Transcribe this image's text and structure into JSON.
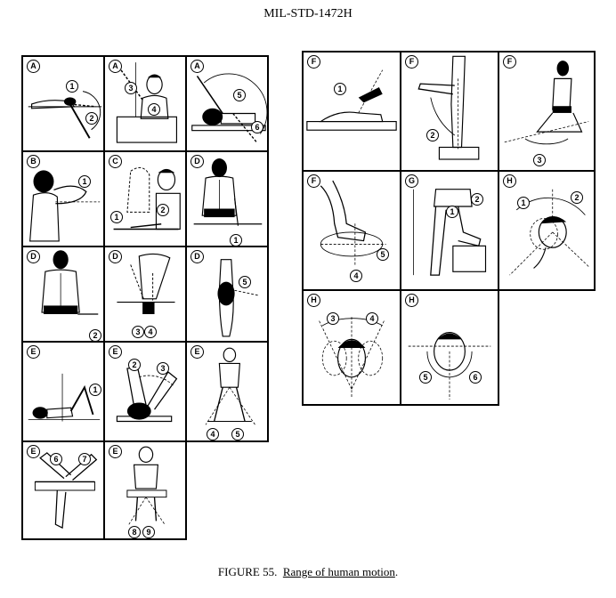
{
  "document": {
    "header": "MIL-STD-1472H",
    "figure_label": "FIGURE 55.",
    "figure_title": "Range of human motion",
    "figure_title_end": "."
  },
  "left_panels": [
    {
      "letter": "A",
      "numbers": [
        "1",
        "2"
      ]
    },
    {
      "letter": "A",
      "numbers": [
        "3",
        "4"
      ]
    },
    {
      "letter": "A",
      "numbers": [
        "5",
        "6"
      ]
    },
    {
      "letter": "B",
      "numbers": [
        "1"
      ]
    },
    {
      "letter": "C",
      "numbers": [
        "1",
        "2"
      ]
    },
    {
      "letter": "D",
      "numbers": [
        "1"
      ]
    },
    {
      "letter": "D",
      "numbers": [
        "2"
      ]
    },
    {
      "letter": "D",
      "numbers": [
        "3",
        "4"
      ]
    },
    {
      "letter": "D",
      "numbers": [
        "5"
      ]
    },
    {
      "letter": "E",
      "numbers": [
        "1"
      ]
    },
    {
      "letter": "E",
      "numbers": [
        "2",
        "3"
      ]
    },
    {
      "letter": "E",
      "numbers": [
        "4",
        "5"
      ]
    },
    {
      "letter": "E",
      "numbers": [
        "6",
        "7"
      ]
    },
    {
      "letter": "E",
      "numbers": [
        "8",
        "9"
      ]
    }
  ],
  "right_panels": [
    {
      "letter": "F",
      "numbers": [
        "1"
      ]
    },
    {
      "letter": "F",
      "numbers": [
        "2"
      ]
    },
    {
      "letter": "F",
      "numbers": [
        "3"
      ]
    },
    {
      "letter": "F",
      "numbers": [
        "4",
        "5"
      ]
    },
    {
      "letter": "G",
      "numbers": [
        "1",
        "2"
      ]
    },
    {
      "letter": "H",
      "numbers": [
        "1",
        "2"
      ]
    },
    {
      "letter": "H",
      "numbers": [
        "3",
        "4"
      ]
    },
    {
      "letter": "H",
      "numbers": [
        "5",
        "6"
      ]
    }
  ]
}
